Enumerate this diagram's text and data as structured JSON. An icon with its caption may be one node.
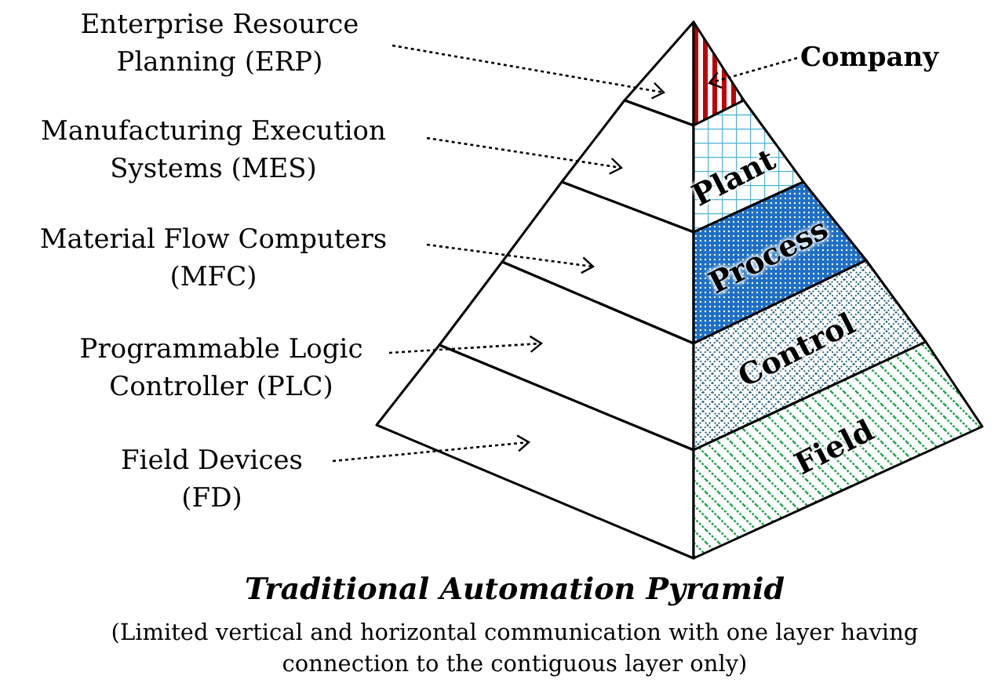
{
  "diagram": {
    "title": "Traditional Automation Pyramid",
    "caption": "(Limited vertical and horizontal communication with one layer having connection to the contiguous layer only)",
    "nodes": [
      {
        "text": [
          "Enterprise Resource Planning (ERP)"
        ]
      },
      {
        "text": [
          "Manufacturing Execution Systems (MES)"
        ]
      },
      {
        "text": [
          "Material Flow Computers (MFC)"
        ]
      },
      {
        "text": [
          "Programmable Logic Controller (PLC)"
        ]
      },
      {
        "text": [
          "Field Devices (FD)"
        ]
      },
      {
        "text": [
          "Company"
        ]
      },
      {
        "text": [],
        "shape": "triangle"
      },
      {
        "text": [],
        "shape": "band"
      },
      {
        "text": [],
        "shape": "band"
      },
      {
        "text": [],
        "shape": "band"
      },
      {
        "text": [],
        "shape": "band"
      },
      {
        "text": [],
        "shape": "triangle"
      },
      {
        "text": [
          "Plant"
        ]
      },
      {
        "text": [
          "Process"
        ]
      },
      {
        "text": [
          "Control"
        ]
      },
      {
        "text": [
          "Field"
        ]
      }
    ],
    "edges": [
      {
        "from": 0,
        "to": 6,
        "arrow": "to",
        "style": "dashed"
      },
      {
        "from": 1,
        "to": 7,
        "arrow": "to",
        "style": "dashed"
      },
      {
        "from": 2,
        "to": 8,
        "arrow": "to",
        "style": "dashed"
      },
      {
        "from": 3,
        "to": 9,
        "arrow": "to",
        "style": "dashed"
      },
      {
        "from": 4,
        "to": 10,
        "arrow": "to",
        "style": "dashed"
      },
      {
        "from": 5,
        "to": 11,
        "arrow": "to",
        "style": "dashed"
      }
    ]
  }
}
